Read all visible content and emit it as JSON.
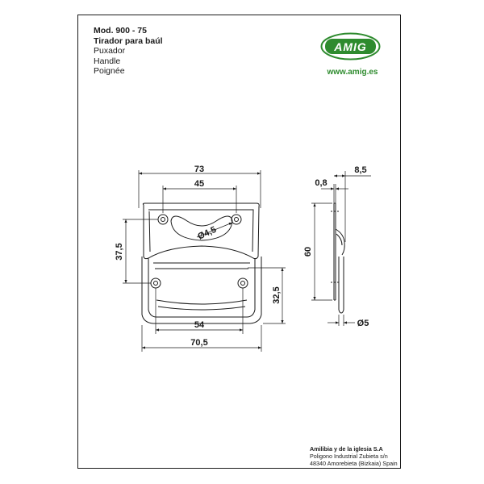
{
  "header": {
    "model": "Mod. 900 - 75",
    "name_es": "Tirador para baúl",
    "name_pt": "Puxador",
    "name_en": "Handle",
    "name_fr": "Poignée"
  },
  "brand": {
    "logo_text": "AMIG",
    "website": "www.amig.es",
    "color": "#2e8b2e"
  },
  "company": {
    "name": "Amilibia y de la iglesia S.A",
    "address_1": "Poligono Industrial Zubieta s/n",
    "address_2": "48340 Amorebieta (Bizkaia) Spain"
  },
  "dimensions": {
    "overall_width": "73",
    "hole_spacing_top": "45",
    "hole_diameter": "Ø4,5",
    "height_left": "37,5",
    "height_right": "32,5",
    "hole_spacing_bottom": "54",
    "bottom_width": "70,5",
    "side_thickness": "0,8",
    "side_depth": "8,5",
    "side_height": "60",
    "wire_diameter": "Ø5"
  }
}
